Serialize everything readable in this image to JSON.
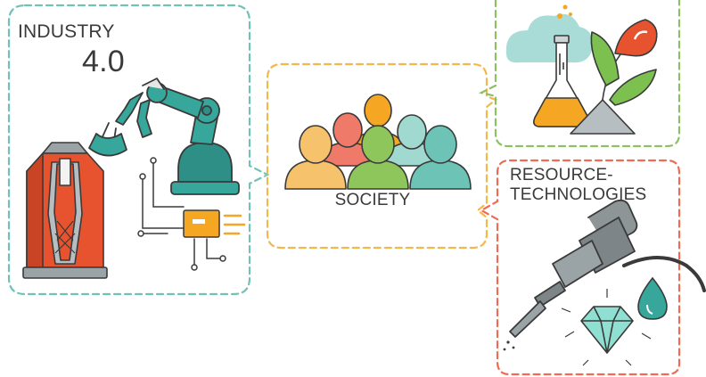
{
  "panels": {
    "industry": {
      "title": "INDUSTRY",
      "version": "4.0",
      "border_color": "#6cc3b6"
    },
    "society": {
      "title": "SOCIETY",
      "border_color": "#f3b84a"
    },
    "chemistry": {
      "border_color": "#8cc063"
    },
    "resource": {
      "title_line1": "RESOURCE-",
      "title_line2": "TECHNOLOGIES",
      "border_color": "#ee6b55"
    }
  },
  "icons": [
    "furnace-icon",
    "robot-arm-icon",
    "circuit-chip-icon",
    "people-group-icon",
    "flask-icon",
    "plant-icon",
    "jackhammer-icon",
    "diamond-icon",
    "water-drop-icon"
  ],
  "colors": {
    "teal": "#3aa095",
    "orange": "#f49a2c",
    "red": "#e8532f",
    "green": "#7cc04f",
    "gray": "#9a9a9a",
    "dark": "#3a3a3a"
  }
}
